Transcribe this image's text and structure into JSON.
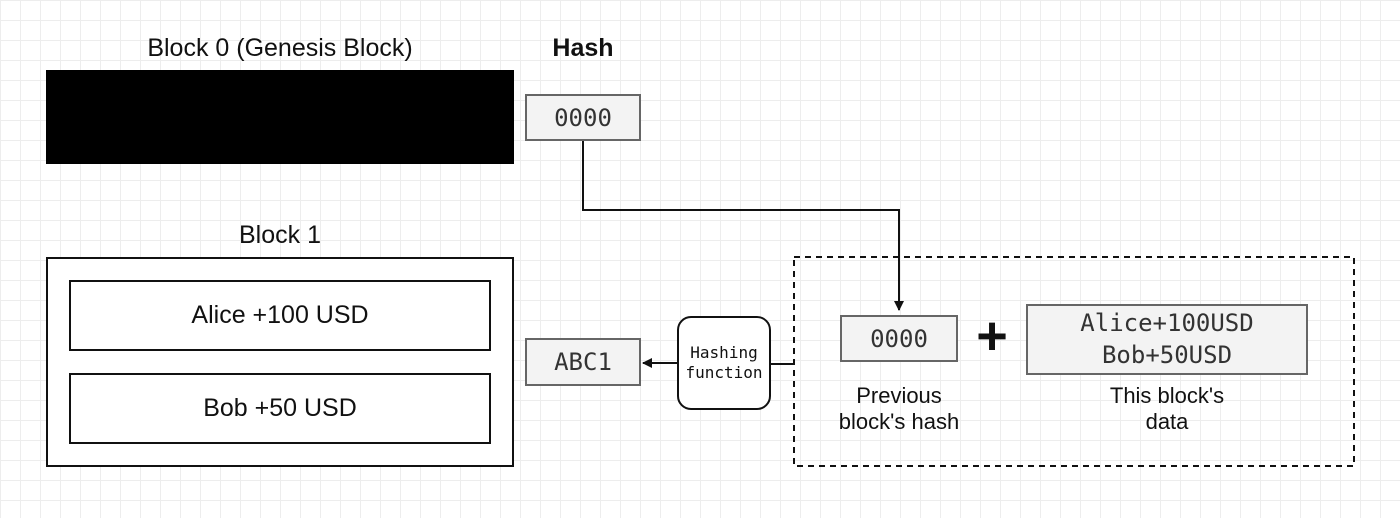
{
  "genesis": {
    "title": "Block 0 (Genesis Block)",
    "hash_header": "Hash",
    "hash_value": "0000",
    "redacted_color": "#000000"
  },
  "block1": {
    "title": "Block 1",
    "transactions": [
      "Alice +100 USD",
      "Bob +50 USD"
    ],
    "hash_value": "ABC1"
  },
  "hashing": {
    "function_label_line1": "Hashing",
    "function_label_line2": "function",
    "prev_hash_value": "0000",
    "plus_symbol": "+",
    "data_line1": "Alice+100USD",
    "data_line2": "Bob+50USD",
    "prev_caption_line1": "Previous",
    "prev_caption_line2": "block's hash",
    "data_caption_line1": "This block's",
    "data_caption_line2": "data"
  }
}
